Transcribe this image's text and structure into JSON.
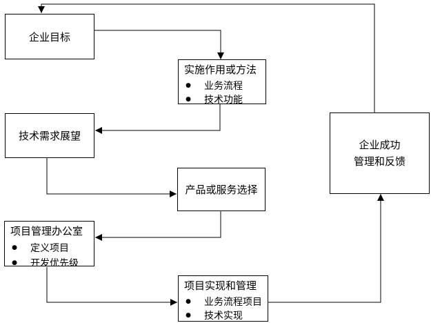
{
  "icons": {
    "bullet": "●"
  },
  "colors": {
    "line": "#000000",
    "box_border": "#000000",
    "background": "#ffffff",
    "text": "#000000"
  },
  "boxes": {
    "enterprise_goals": {
      "title": "企业目标"
    },
    "implementation_methods": {
      "title": "实施作用或方法",
      "bullets": [
        "业务流程",
        "技术功能"
      ]
    },
    "tech_requirements_outlook": {
      "title": "技术需求展望"
    },
    "product_or_service_selection": {
      "title": "产品或服务选择"
    },
    "project_management_office": {
      "title": "项目管理办公室",
      "bullets": [
        "定义项目",
        "开发优先级"
      ]
    },
    "project_implementation_management": {
      "title": "项目实现和管理",
      "bullets": [
        "业务流程项目",
        "技术实现"
      ]
    },
    "enterprise_success_feedback": {
      "lines": [
        "企业成功",
        "管理和反馈"
      ]
    }
  }
}
